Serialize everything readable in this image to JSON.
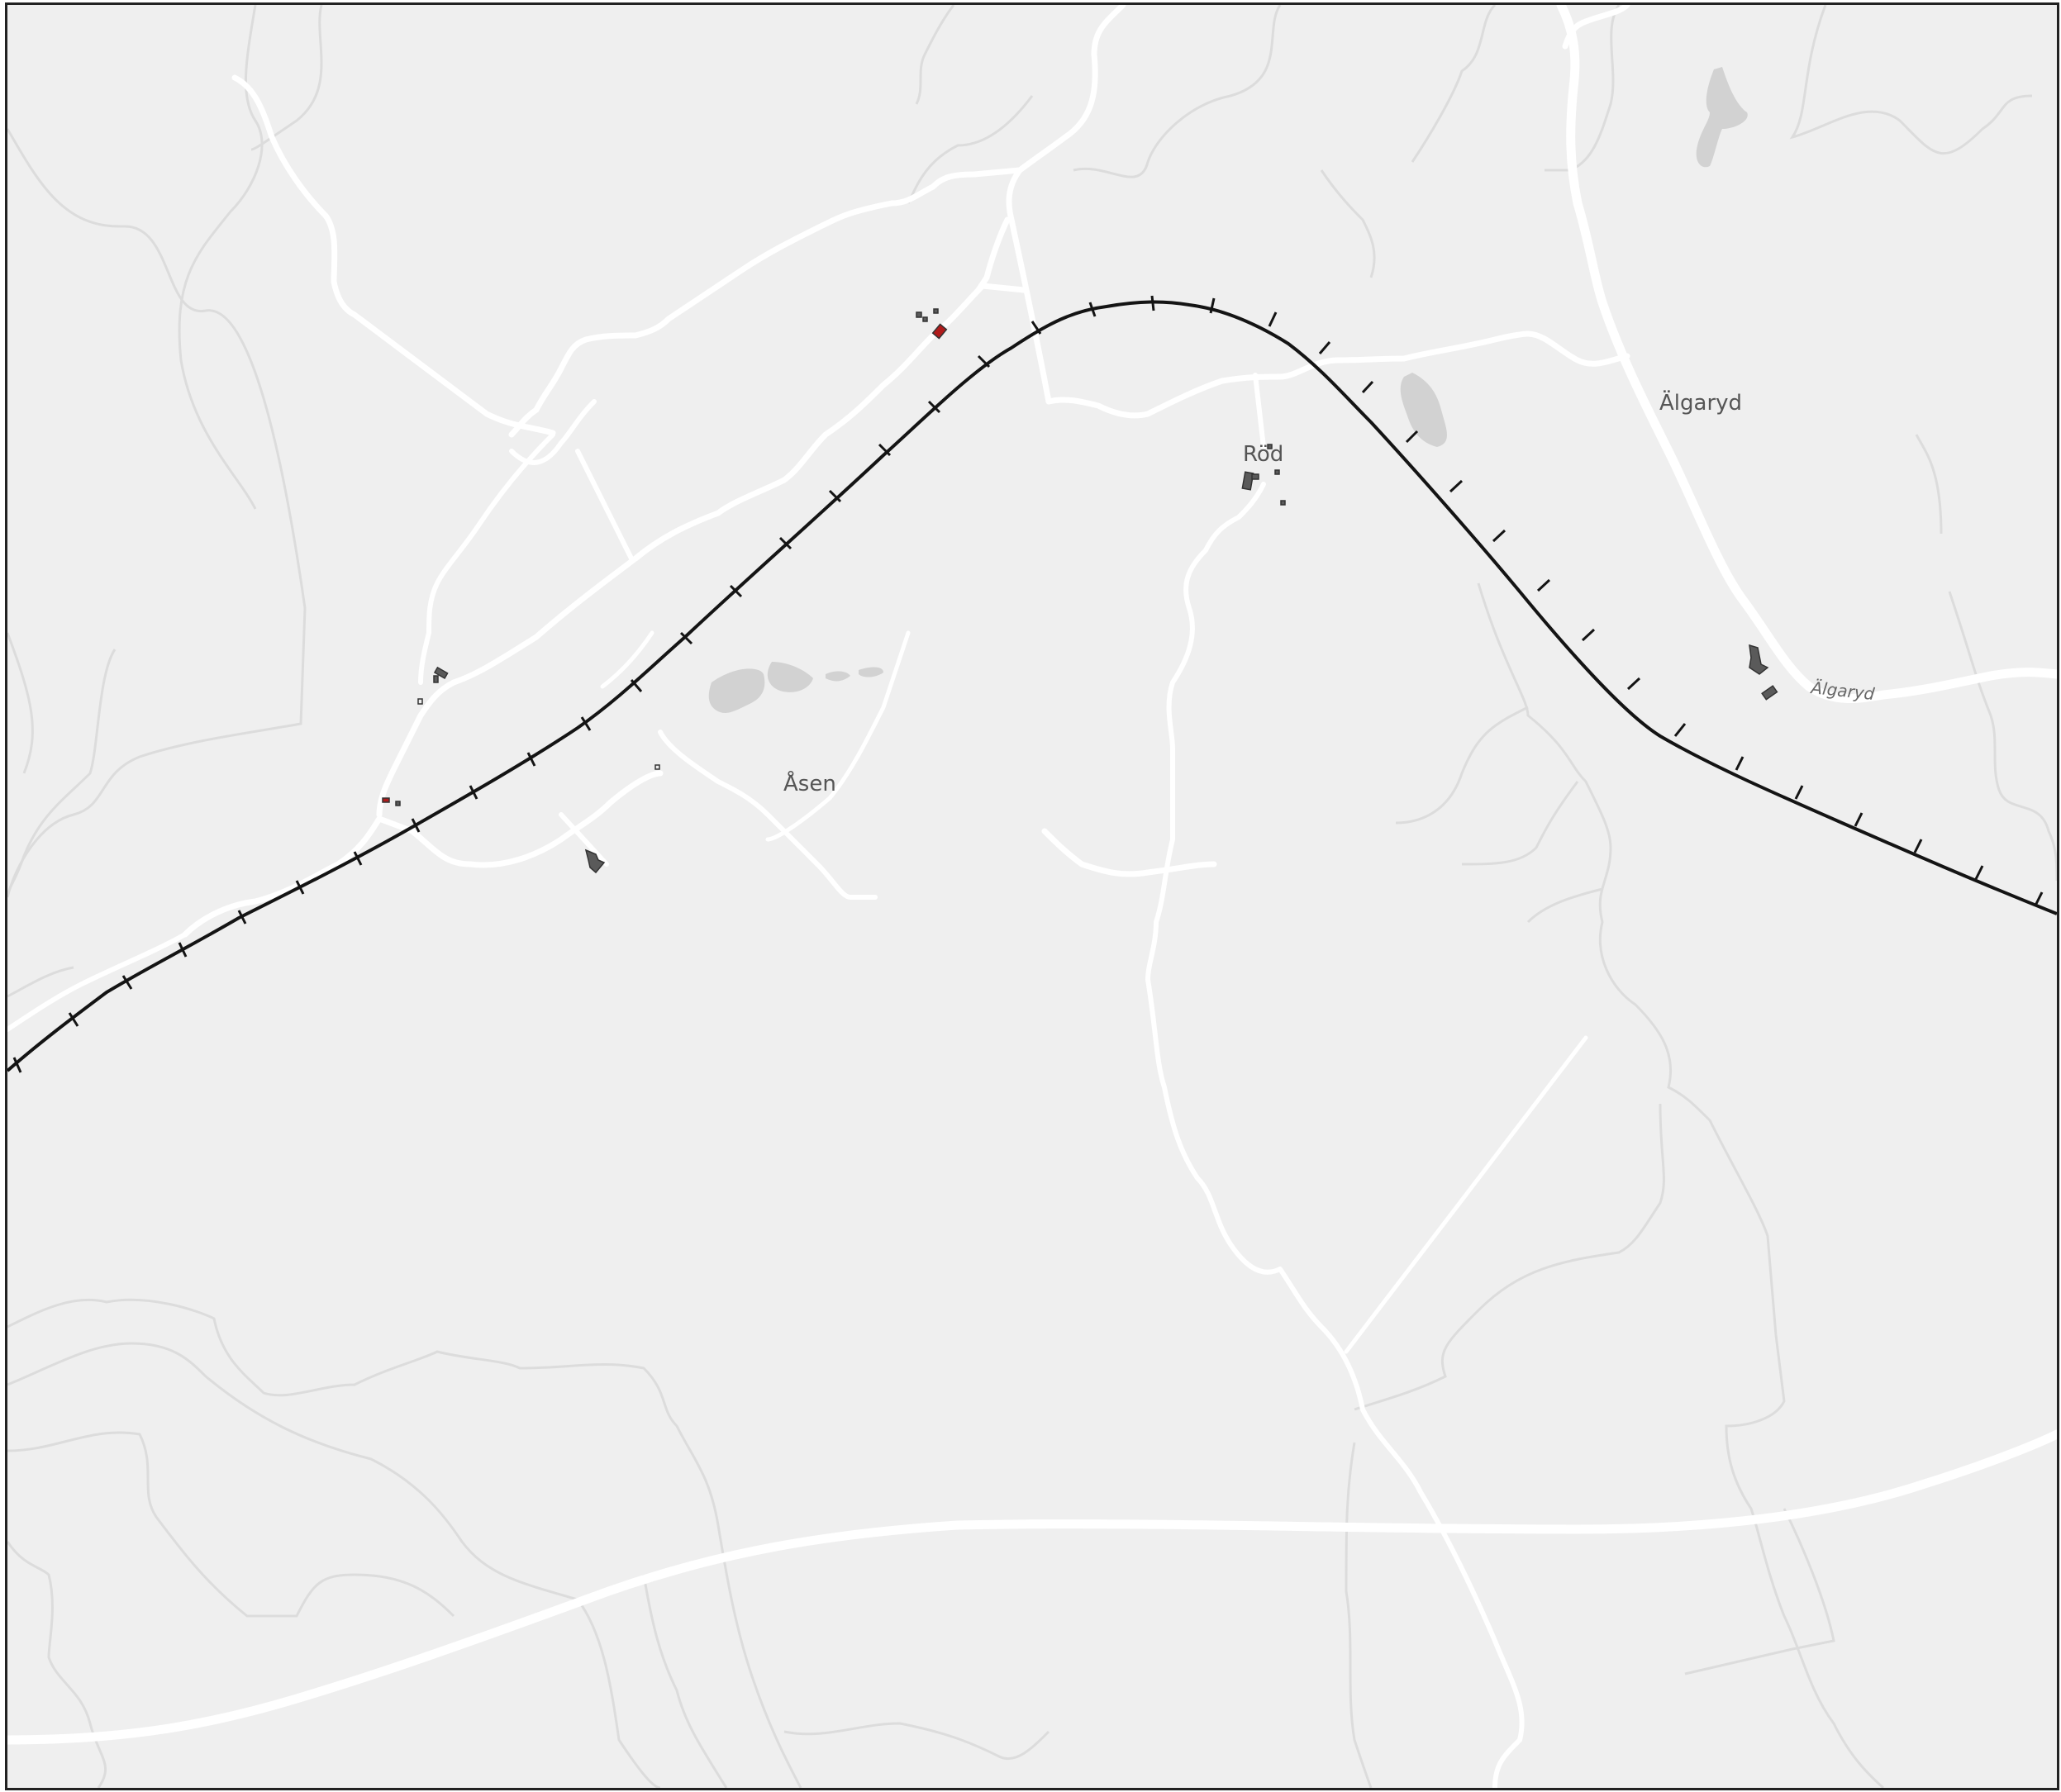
{
  "map": {
    "colors": {
      "land": "#efefef",
      "road": "#ffffff",
      "contour": "#dcdcdc",
      "railway": "#141414",
      "water": "#d2d2d2",
      "building": "#5a5a5a",
      "building_highlight": "#b01c1c"
    },
    "labels": {
      "algaryd": "Älgaryd",
      "rod": "Röd",
      "asen": "Åsen",
      "algaryd_road": "Älgaryd"
    },
    "icons": {
      "railway": "railway-line-icon",
      "building": "building-icon"
    }
  }
}
